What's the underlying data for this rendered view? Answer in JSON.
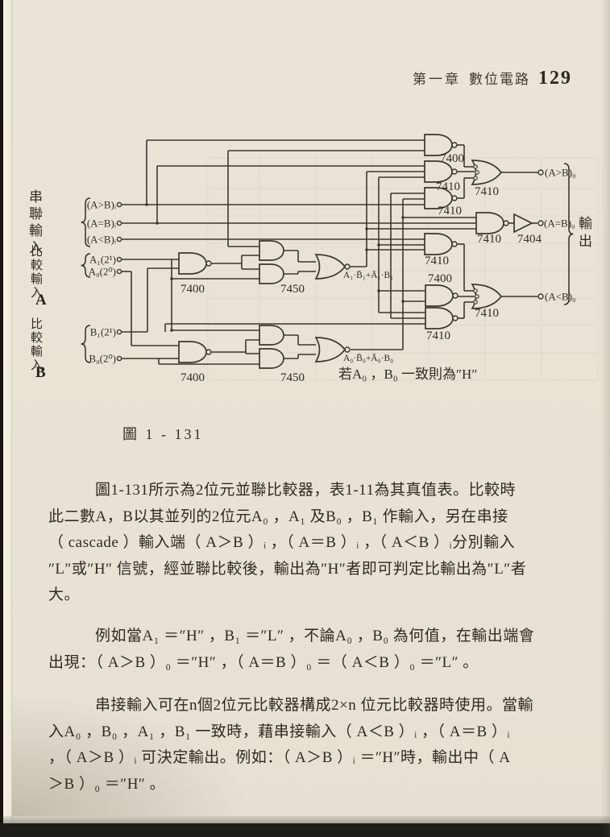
{
  "page_header": {
    "chapter": "第一章",
    "section": "數位電路",
    "page_number": "129"
  },
  "figure": {
    "caption": "圖 1 - 131",
    "input_groups": [
      {
        "label": "串聯輸入",
        "tag": "",
        "signals": [
          "(A>B)ᵢ",
          "(A=B)ᵢ",
          "(A<B)ᵢ"
        ]
      },
      {
        "label": "比較輸入",
        "tag": "A",
        "signals": [
          "A₁(2¹)",
          "A₀(2⁰)"
        ]
      },
      {
        "label": "比較輸入",
        "tag": "B",
        "signals": [
          "B₁(2¹)",
          "B₀(2⁰)"
        ]
      }
    ],
    "ic_labels": [
      "7400",
      "7450",
      "7400",
      "7450",
      "7400",
      "7410",
      "7410",
      "7410",
      "7410",
      "7404",
      "7410",
      "7400",
      "7410",
      "7410"
    ],
    "wire_labels": [
      "A₁·B̄₁+Ā₁·B₁",
      "A₀·B̄₀+Ā₀·B₀"
    ],
    "annotation": "若A₀ ，B₀ 一致則為″H″",
    "outputs": [
      "(A>B)₀",
      "(A=B)₀",
      "(A<B)₀"
    ],
    "output_group_label": "輸出"
  },
  "body": {
    "paragraphs": [
      {
        "lines": [
          "圖1-131所示為2位元並聯比較器，表1-11為其真值表。比較時",
          "此二數A，B以其並列的2位元A₀ ，A₁ 及B₀ ，B₁ 作輸入，另在串接",
          "（ cascade ）輸入端（ A＞B ）ᵢ ，（ A＝B ）ᵢ ，（ A＜B ）ᵢ分別輸入",
          "″L″或″H″ 信號，經並聯比較後，輸出為″H″者即可判定比輸出為″L″者",
          "大。"
        ]
      },
      {
        "lines": [
          "例如當A₁ ＝″H″ ，B₁ ＝″L″ ，不論A₀ ，B₀ 為何值，在輸出端會",
          "出現：（ A＞B ）₀ ＝″H″ ，（ A＝B ）₀ ＝（ A＜B ）₀ ＝″L″ 。"
        ]
      },
      {
        "lines": [
          "串接輸入可在n個2位元比較器構成2×n 位元比較器時使用。當輸",
          "入A₀ ，B₀ ，A₁ ，B₁ 一致時，藉串接輸入（ A＜B ）ᵢ ，（ A＝B ）ᵢ",
          "，（ A＞B ）ᵢ 可決定輸出。例如：（ A＞B ）ᵢ ＝″H″時，輸出中（ A",
          "＞B ）₀ ＝″H″ 。"
        ]
      }
    ]
  }
}
